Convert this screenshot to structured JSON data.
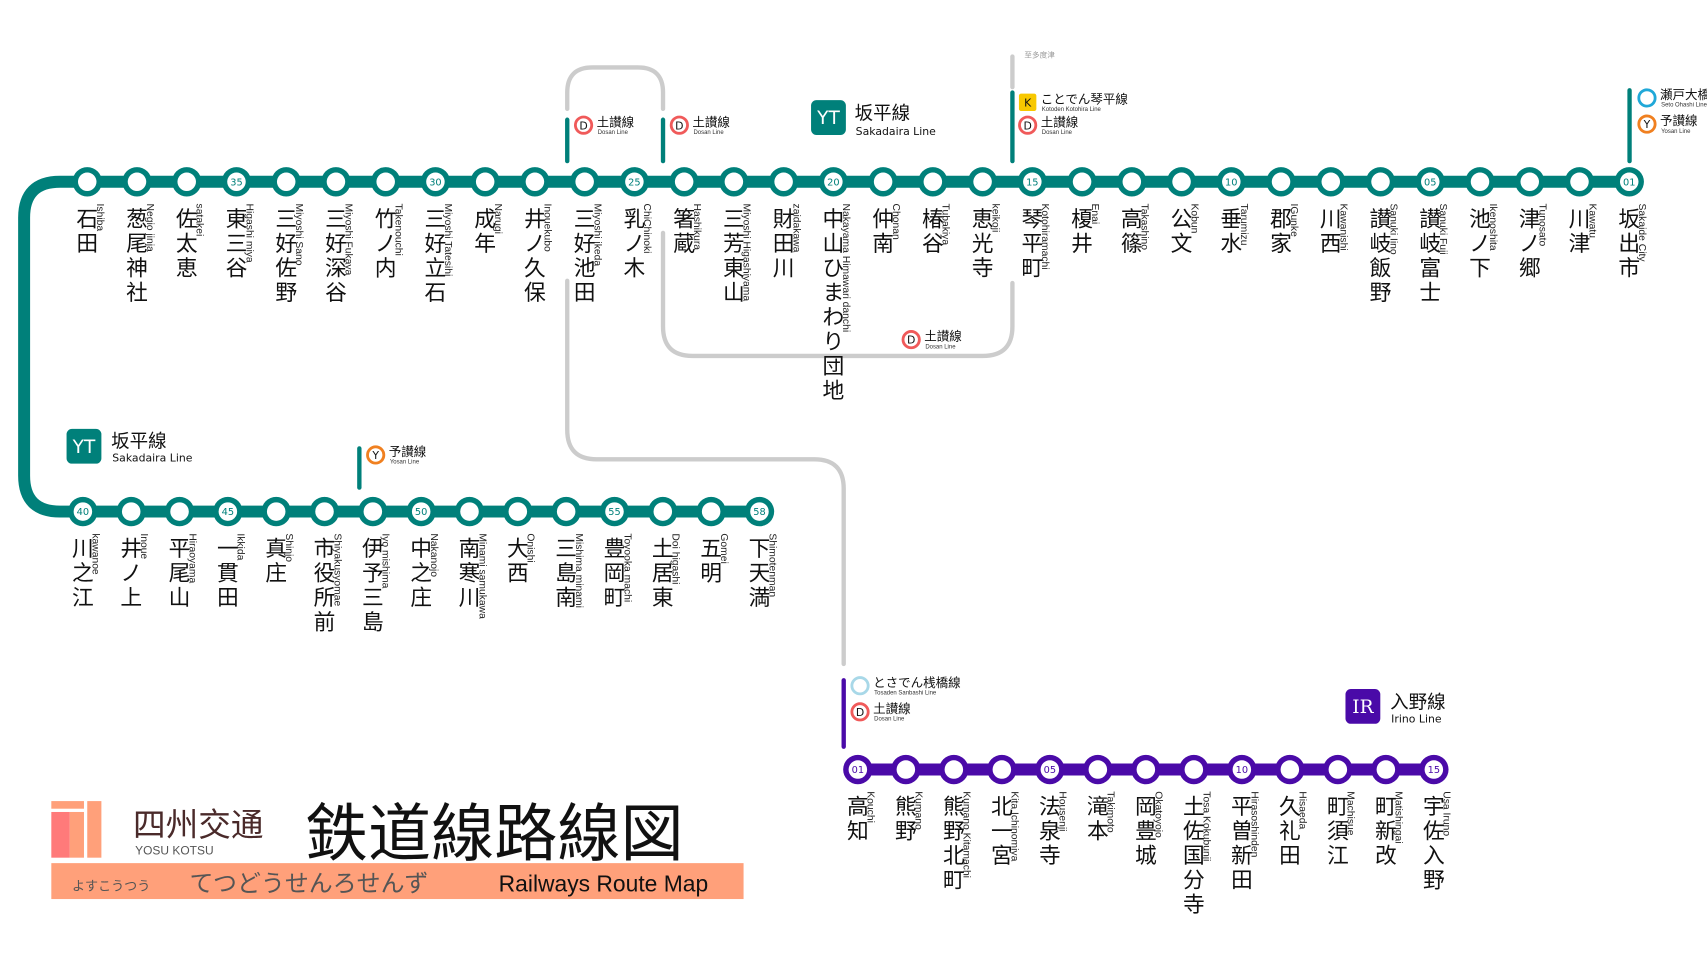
{
  "title": {
    "company_ja": "四州交通",
    "company_en": "YOSU KOTSU",
    "main_ja": "鉄道線路線図",
    "company_kana": "よすこうつう",
    "main_kana": "てつどうせんろせんず",
    "main_en": "Railways Route Map"
  },
  "colors": {
    "sakadaira": "#00807a",
    "irino": "#4a0aa8",
    "other": "#cccccc",
    "dosan": "#f05a5a",
    "yosan": "#f08020",
    "seto": "#20a8d8",
    "kotoden": "#f8c800",
    "tosaden": "#a8d8e8",
    "title_band": "#ffa07a",
    "title_logo_dark": "#ff7a7a"
  },
  "lines": {
    "sakadaira": {
      "code": "YT",
      "name_ja": "坂平線",
      "name_en": "Sakadaira Line"
    },
    "irino": {
      "code": "IR",
      "name_ja": "入野線",
      "name_en": "Irino Line"
    }
  },
  "sakadaira_top": [
    {
      "num": "",
      "ja": "石田",
      "en": "Ishiba"
    },
    {
      "num": "",
      "ja": "葱尾神社",
      "en": "Negio jinja"
    },
    {
      "num": "",
      "ja": "佐太恵",
      "en": "satakei"
    },
    {
      "num": "35",
      "ja": "東三谷",
      "en": "Higashi miya"
    },
    {
      "num": "",
      "ja": "三好佐野",
      "en": "Miyoshi Sano"
    },
    {
      "num": "",
      "ja": "三好深谷",
      "en": "Miyoshi Fukaya"
    },
    {
      "num": "",
      "ja": "竹ノ内",
      "en": "Takenouchi"
    },
    {
      "num": "30",
      "ja": "三好立石",
      "en": "Miyoshi Tatesihi"
    },
    {
      "num": "",
      "ja": "成年",
      "en": "Narugi"
    },
    {
      "num": "",
      "ja": "井ノ久保",
      "en": "Inouekubo"
    },
    {
      "num": "",
      "ja": "三好池田",
      "en": "Miyoshi ikeda"
    },
    {
      "num": "25",
      "ja": "乳ノ木",
      "en": "ChiChinoki"
    },
    {
      "num": "",
      "ja": "箸蔵",
      "en": "Hashikura"
    },
    {
      "num": "",
      "ja": "三芳東山",
      "en": "Miyoshi Higashiyama"
    },
    {
      "num": "",
      "ja": "財田川",
      "en": "zaidakawa"
    },
    {
      "num": "20",
      "ja": "中山ひまわり団地",
      "en": "Nakayama Himawari danchi"
    },
    {
      "num": "",
      "ja": "仲南",
      "en": "Chonan"
    },
    {
      "num": "",
      "ja": "椿谷",
      "en": "Tubakiya"
    },
    {
      "num": "",
      "ja": "恵光寺",
      "en": "keikoji"
    },
    {
      "num": "15",
      "ja": "琴平町",
      "en": "Kotohiramachi"
    },
    {
      "num": "",
      "ja": "榎井",
      "en": "Enai"
    },
    {
      "num": "",
      "ja": "高篠",
      "en": "Takashino"
    },
    {
      "num": "",
      "ja": "公文",
      "en": "Kobun"
    },
    {
      "num": "10",
      "ja": "垂水",
      "en": "Tarumizu"
    },
    {
      "num": "",
      "ja": "郡家",
      "en": "IGunke"
    },
    {
      "num": "",
      "ja": "川西",
      "en": "Kawanishi"
    },
    {
      "num": "",
      "ja": "讃岐飯野",
      "en": "Sanuki Iino"
    },
    {
      "num": "05",
      "ja": "讃岐富士",
      "en": "Sanuki Fuji"
    },
    {
      "num": "",
      "ja": "池ノ下",
      "en": "Ikenoshita"
    },
    {
      "num": "",
      "ja": "津ノ郷",
      "en": "Tunosato"
    },
    {
      "num": "",
      "ja": "川津",
      "en": "Kawatu"
    },
    {
      "num": "01",
      "ja": "坂出市",
      "en": "Sakaide City"
    }
  ],
  "sakadaira_bottom": [
    {
      "num": "40",
      "ja": "川之江",
      "en": "kawanoe"
    },
    {
      "num": "",
      "ja": "井ノ上",
      "en": "Inoue"
    },
    {
      "num": "",
      "ja": "平尾山",
      "en": "Hiraoyama"
    },
    {
      "num": "45",
      "ja": "一貫田",
      "en": "Ikkida"
    },
    {
      "num": "",
      "ja": "真庄",
      "en": "Shinjo"
    },
    {
      "num": "",
      "ja": "市役所前",
      "en": "Shiyakusyomae"
    },
    {
      "num": "",
      "ja": "伊予三島",
      "en": "Iyo mishima"
    },
    {
      "num": "50",
      "ja": "中之庄",
      "en": "Nakanojo"
    },
    {
      "num": "",
      "ja": "南寒川",
      "en": "Minami samukawa"
    },
    {
      "num": "",
      "ja": "大西",
      "en": "Onishi"
    },
    {
      "num": "",
      "ja": "三島南",
      "en": "Mishima minami"
    },
    {
      "num": "55",
      "ja": "豊岡町",
      "en": "Toyooka machi"
    },
    {
      "num": "",
      "ja": "土居東",
      "en": "Doi higashi"
    },
    {
      "num": "",
      "ja": "五明",
      "en": "Gomei"
    },
    {
      "num": "58",
      "ja": "下天満",
      "en": "Shimotenman"
    }
  ],
  "irino_stations": [
    {
      "num": "01",
      "ja": "高知",
      "en": "Kouchi"
    },
    {
      "num": "",
      "ja": "熊野",
      "en": "Kumano"
    },
    {
      "num": "",
      "ja": "熊野北町",
      "en": "Kumano Kitamachi"
    },
    {
      "num": "",
      "ja": "北一宮",
      "en": "Kita Ichinomiya"
    },
    {
      "num": "05",
      "ja": "法泉寺",
      "en": "Housenji"
    },
    {
      "num": "",
      "ja": "滝本",
      "en": "Takimoto"
    },
    {
      "num": "",
      "ja": "岡豊城",
      "en": "Okatoyojo"
    },
    {
      "num": "",
      "ja": "土佐国分寺",
      "en": "Tosa Kokubunji"
    },
    {
      "num": "10",
      "ja": "平曽新田",
      "en": "Hirasoshinden"
    },
    {
      "num": "",
      "ja": "久礼田",
      "en": "Hisaeda"
    },
    {
      "num": "",
      "ja": "町須江",
      "en": "Machisue"
    },
    {
      "num": "",
      "ja": "町新改",
      "en": "Matishingai"
    },
    {
      "num": "15",
      "ja": "宇佐入野",
      "en": "Usa Iruno"
    }
  ],
  "transfers": {
    "dosan": {
      "mark": "D",
      "ja": "土讃線",
      "en": "Dosan Line"
    },
    "yosan": {
      "mark": "Y",
      "ja": "予讃線",
      "en": "Yosan Line"
    },
    "seto": {
      "mark": "",
      "ja": "瀬戸大橋線",
      "en": "Seto Ohashi Line"
    },
    "kotoden": {
      "mark": "K",
      "ja": "ことでん琴平線",
      "en": "Kotoden Kotohira Line"
    },
    "tosaden": {
      "mark": "",
      "ja": "とさでん桟橋線",
      "en": "Tosaden Sanbashi Line"
    },
    "tadotsu": {
      "ja": "至多度津"
    }
  }
}
